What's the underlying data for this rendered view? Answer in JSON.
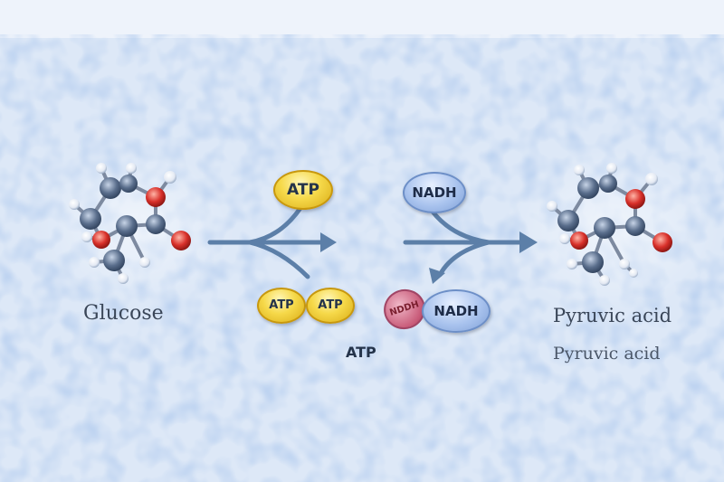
{
  "labels": {
    "glucose": "Glucose",
    "pyruvic_1": "Pyruvic acid",
    "pyruvic_2": "Pyruvic acid"
  },
  "molecules": {
    "atp_input": "ATP",
    "atp_outputs": [
      "ATP",
      "ATP"
    ],
    "nadh_input": "NADH",
    "nadh_output": "NADH",
    "nadh_small": "NDDH",
    "atp_free": "ATP"
  },
  "colors": {
    "background": "#dde8f7",
    "arrow": "#5c7fa8",
    "atp": "#f6d94a",
    "nadh": "#a9c3ee",
    "carbon": "#5a6e8c",
    "oxygen": "#d8302a",
    "hydrogen": "#e9eef6"
  }
}
